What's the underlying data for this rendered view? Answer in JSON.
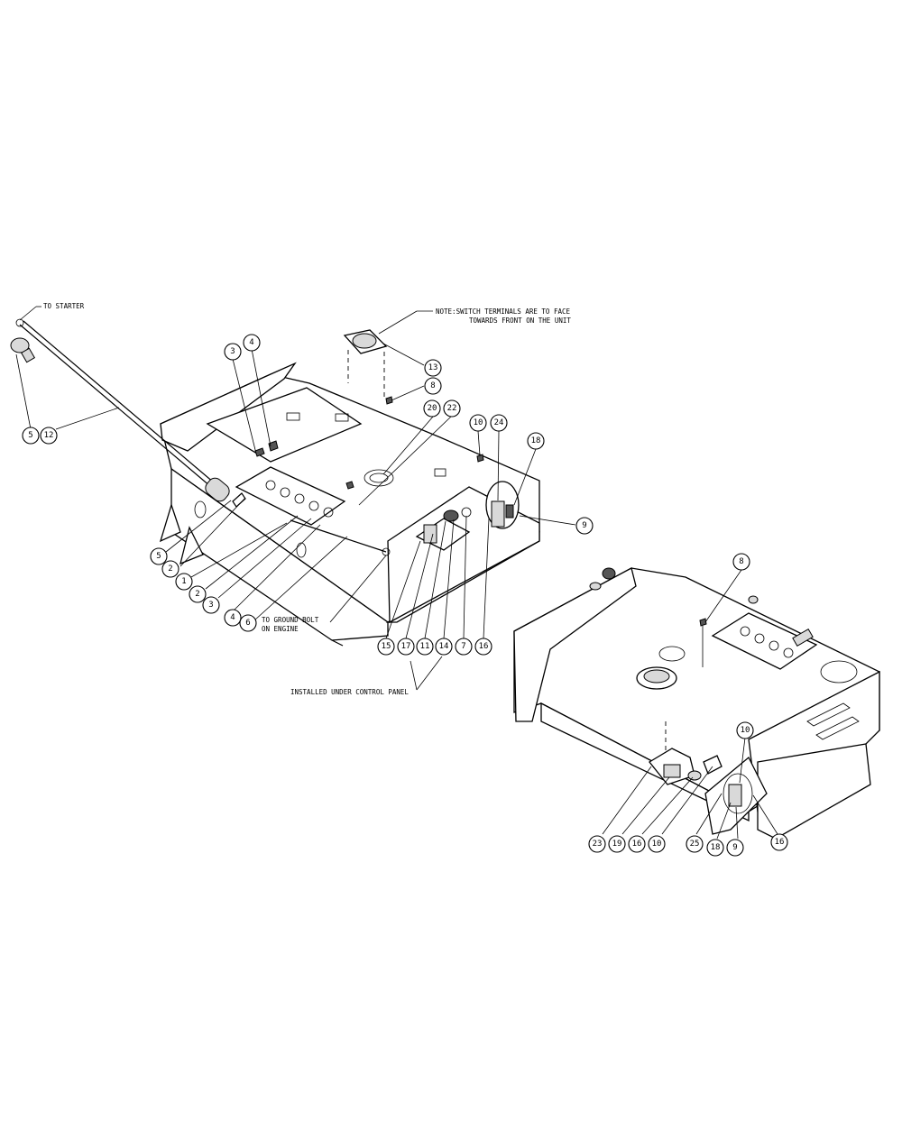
{
  "notes": {
    "to_starter": "TO STARTER",
    "switch_note_line1": "NOTE:SWITCH TERMINALS ARE TO FACE",
    "switch_note_line2": "TOWARDS FRONT ON THE UNIT",
    "ground_line1": "TO GROUND BOLT",
    "ground_line2": "ON ENGINE",
    "installed_under": "INSTALLED UNDER CONTROL PANEL"
  },
  "callouts": [
    {
      "id": "c1",
      "label": "5"
    },
    {
      "id": "c2",
      "label": "12"
    },
    {
      "id": "c3",
      "label": "3"
    },
    {
      "id": "c4",
      "label": "4"
    },
    {
      "id": "c5",
      "label": "13"
    },
    {
      "id": "c6",
      "label": "8"
    },
    {
      "id": "c7",
      "label": "20"
    },
    {
      "id": "c8",
      "label": "22"
    },
    {
      "id": "c9",
      "label": "10"
    },
    {
      "id": "c10",
      "label": "24"
    },
    {
      "id": "c11",
      "label": "18"
    },
    {
      "id": "c12",
      "label": "9"
    },
    {
      "id": "c13",
      "label": "5"
    },
    {
      "id": "c14",
      "label": "2"
    },
    {
      "id": "c15",
      "label": "1"
    },
    {
      "id": "c16",
      "label": "2"
    },
    {
      "id": "c17",
      "label": "3"
    },
    {
      "id": "c18",
      "label": "4"
    },
    {
      "id": "c19",
      "label": "6"
    },
    {
      "id": "c20",
      "label": "15"
    },
    {
      "id": "c21",
      "label": "17"
    },
    {
      "id": "c22",
      "label": "11"
    },
    {
      "id": "c23",
      "label": "14"
    },
    {
      "id": "c24",
      "label": "7"
    },
    {
      "id": "c25",
      "label": "16"
    },
    {
      "id": "c26",
      "label": "8"
    },
    {
      "id": "c27",
      "label": "10"
    },
    {
      "id": "c28",
      "label": "23"
    },
    {
      "id": "c29",
      "label": "19"
    },
    {
      "id": "c30",
      "label": "16"
    },
    {
      "id": "c31",
      "label": "10"
    },
    {
      "id": "c32",
      "label": "25"
    },
    {
      "id": "c33",
      "label": "18"
    },
    {
      "id": "c34",
      "label": "9"
    },
    {
      "id": "c35",
      "label": "16"
    }
  ]
}
